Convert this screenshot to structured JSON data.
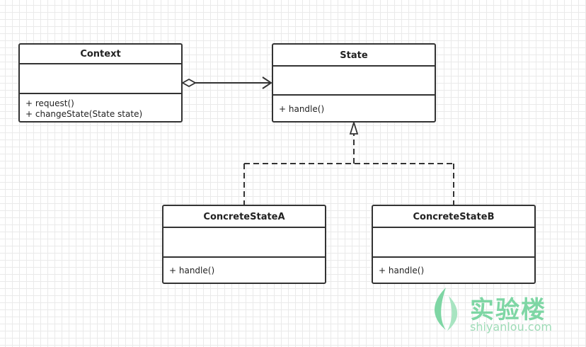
{
  "classes": {
    "context": {
      "name": "Context",
      "methods": [
        "+ request()",
        "+ changeState(State state)"
      ]
    },
    "state": {
      "name": "State",
      "methods": [
        "+ handle()"
      ]
    },
    "concrete_a": {
      "name": "ConcreteStateA",
      "methods": [
        "+ handle()"
      ]
    },
    "concrete_b": {
      "name": "ConcreteStateB",
      "methods": [
        "+ handle()"
      ]
    }
  },
  "relationships": [
    {
      "from": "Context",
      "to": "State",
      "type": "aggregation"
    },
    {
      "from": "ConcreteStateA",
      "to": "State",
      "type": "realization"
    },
    {
      "from": "ConcreteStateB",
      "to": "State",
      "type": "realization"
    }
  ],
  "watermark": {
    "name": "实验楼",
    "domain": "shiyanlou.com"
  },
  "colors": {
    "line": "#333333",
    "grid": "#eaeaea",
    "watermark": "#7ed6a4"
  }
}
